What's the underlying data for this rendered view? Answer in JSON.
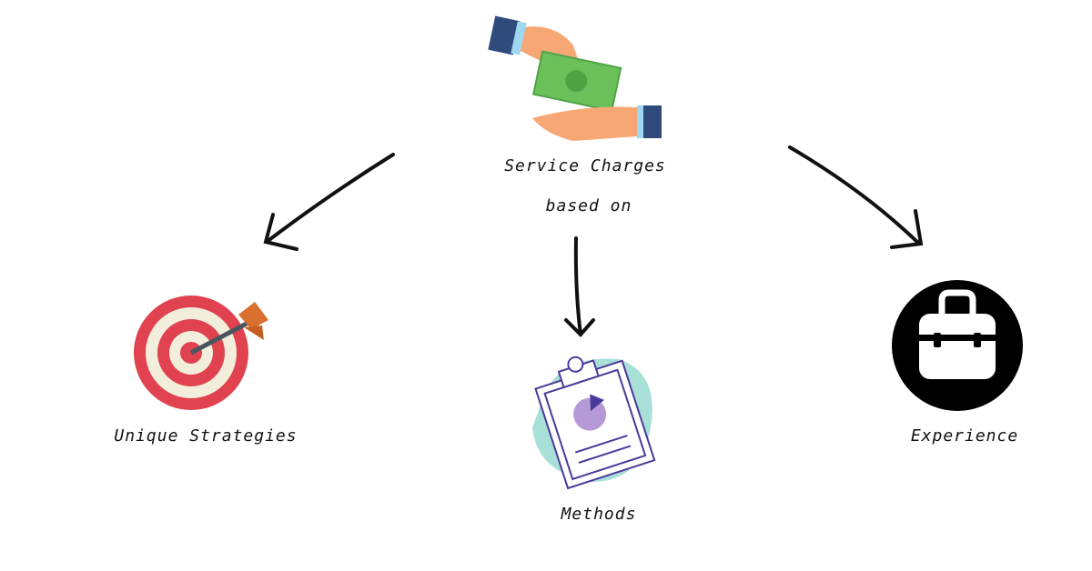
{
  "center": {
    "line1": "Service Charges",
    "line2": "based on"
  },
  "nodes": [
    {
      "label": "Unique Strategies",
      "icon": "target-icon"
    },
    {
      "label": "Methods",
      "icon": "clipboard-chart-icon"
    },
    {
      "label": "Experience",
      "icon": "briefcase-icon"
    }
  ],
  "colors": {
    "skin": "#F7A774",
    "sleeve": "#2F4B7C",
    "cuff": "#9ED8F0",
    "money": "#6CC05A",
    "target_red": "#E0434F",
    "target_cream": "#F3EEDC",
    "clipboard_bg": "#A8E0D8",
    "purple": "#4B3A9A"
  }
}
